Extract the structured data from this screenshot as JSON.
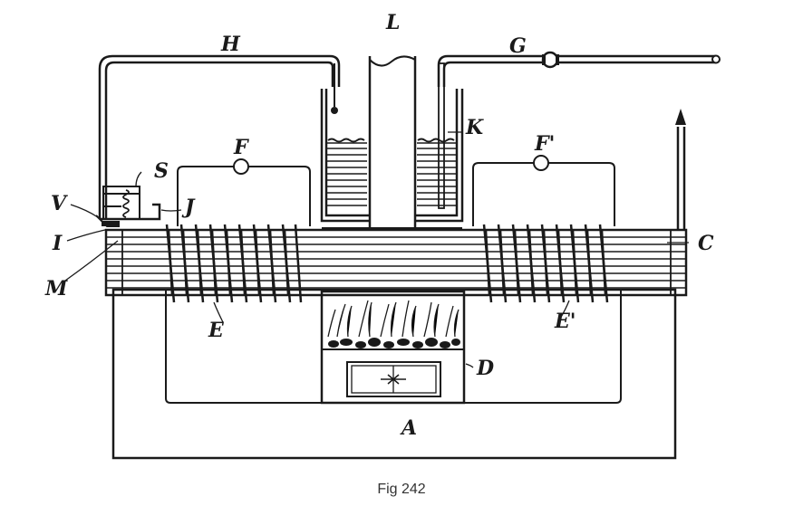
{
  "labels": {
    "A": "A",
    "C": "C",
    "D": "D",
    "E": "E",
    "E1": "E'",
    "F": "F",
    "F1": "F'",
    "G": "G",
    "H": "H",
    "I": "I",
    "J": "J",
    "K": "K",
    "L": "L",
    "M": "M",
    "S": "S",
    "V": "V"
  },
  "caption": "Fig 242"
}
